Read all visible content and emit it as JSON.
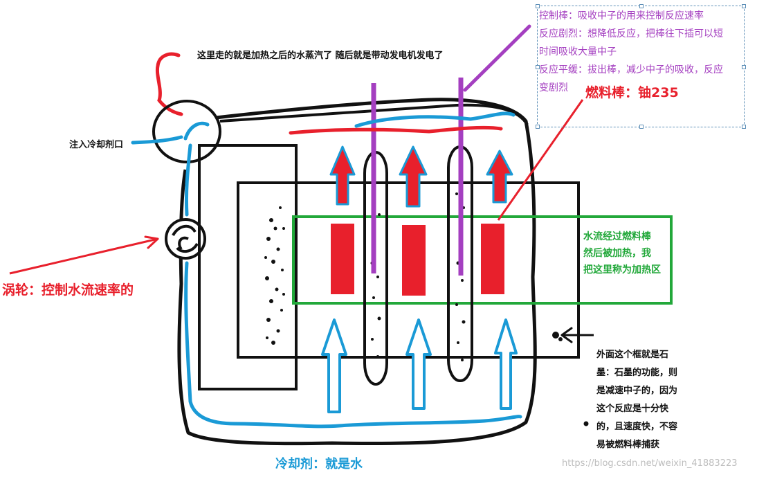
{
  "labels": {
    "steam_note": "这里走的就是加热之后的水蒸汽了 随后就是带动发电机发电了",
    "inlet": "注入冷却剂口",
    "turbine": "涡轮：控制水流速率的",
    "coolant": "冷却剂：就是水",
    "fuel_rod": "燃料棒：铀235",
    "watermark": "https://blog.csdn.net/weixin_41883223"
  },
  "control_rod_note": [
    "控制棒：吸收中子的用来控制反应速率",
    "反应剧烈：想降低反应，把棒往下插可以短",
    "时间吸收大量中子",
    "反应平缓：拔出棒，减少中子的吸收，反应",
    "变剧烈"
  ],
  "heating_zone_note": [
    "水流经过燃料棒",
    "然后被加热，我",
    "把这里称为加热区"
  ],
  "graphite_note": [
    "外面这个框就是石",
    "墨：石墨的功能，则",
    "是减速中子的，因为",
    "这个反应是十分快",
    "的，且速度快，不容",
    "易被燃料棒捕获"
  ],
  "colors": {
    "red": "#e8202c",
    "blue": "#1a9ad6",
    "purple": "#a43fc0",
    "green": "#22a83a",
    "black": "#111111"
  }
}
